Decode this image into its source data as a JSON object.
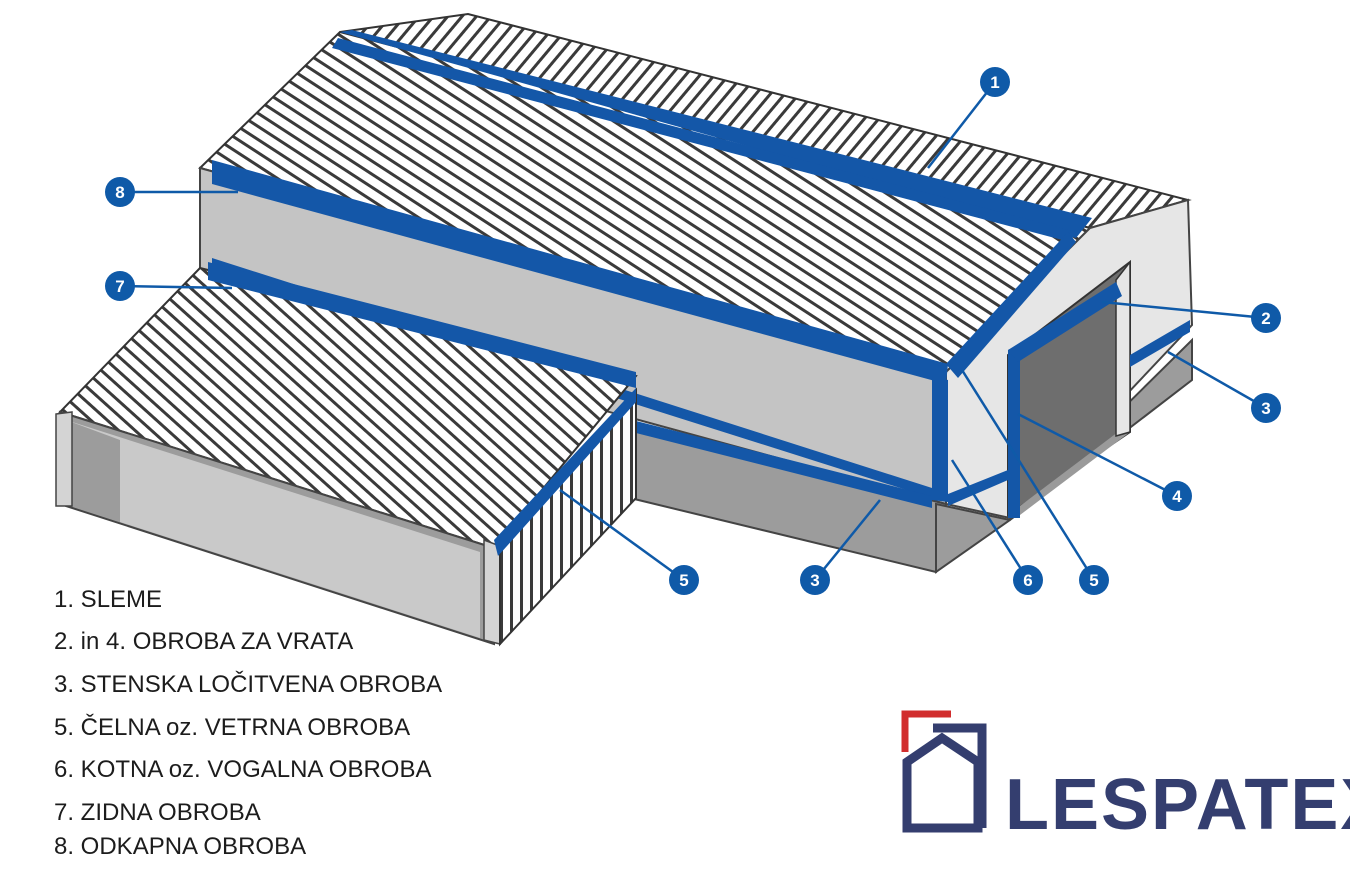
{
  "callouts": [
    "1",
    "8",
    "7",
    "2",
    "3",
    "4",
    "5",
    "3",
    "6",
    "5"
  ],
  "legend": [
    "1. SLEME",
    "2. in 4. OBROBA ZA VRATA",
    "3. STENSKA LOČITVENA OBROBA",
    "5. ČELNA oz. VETRNA OBROBA",
    "6. KOTNA oz. VOGALNA OBROBA",
    "7. ZIDNA OBROBA",
    "8. ODKAPNA OBROBA"
  ],
  "brand": {
    "name": "LESPATEX"
  },
  "colors": {
    "flashing_blue": "#1457a8",
    "callout_blue": "#0f5aa8",
    "wall_gray": "#c4c4c4",
    "base_gray": "#9c9c9c",
    "logo_navy": "#343e6f",
    "logo_red": "#d12d2d"
  }
}
